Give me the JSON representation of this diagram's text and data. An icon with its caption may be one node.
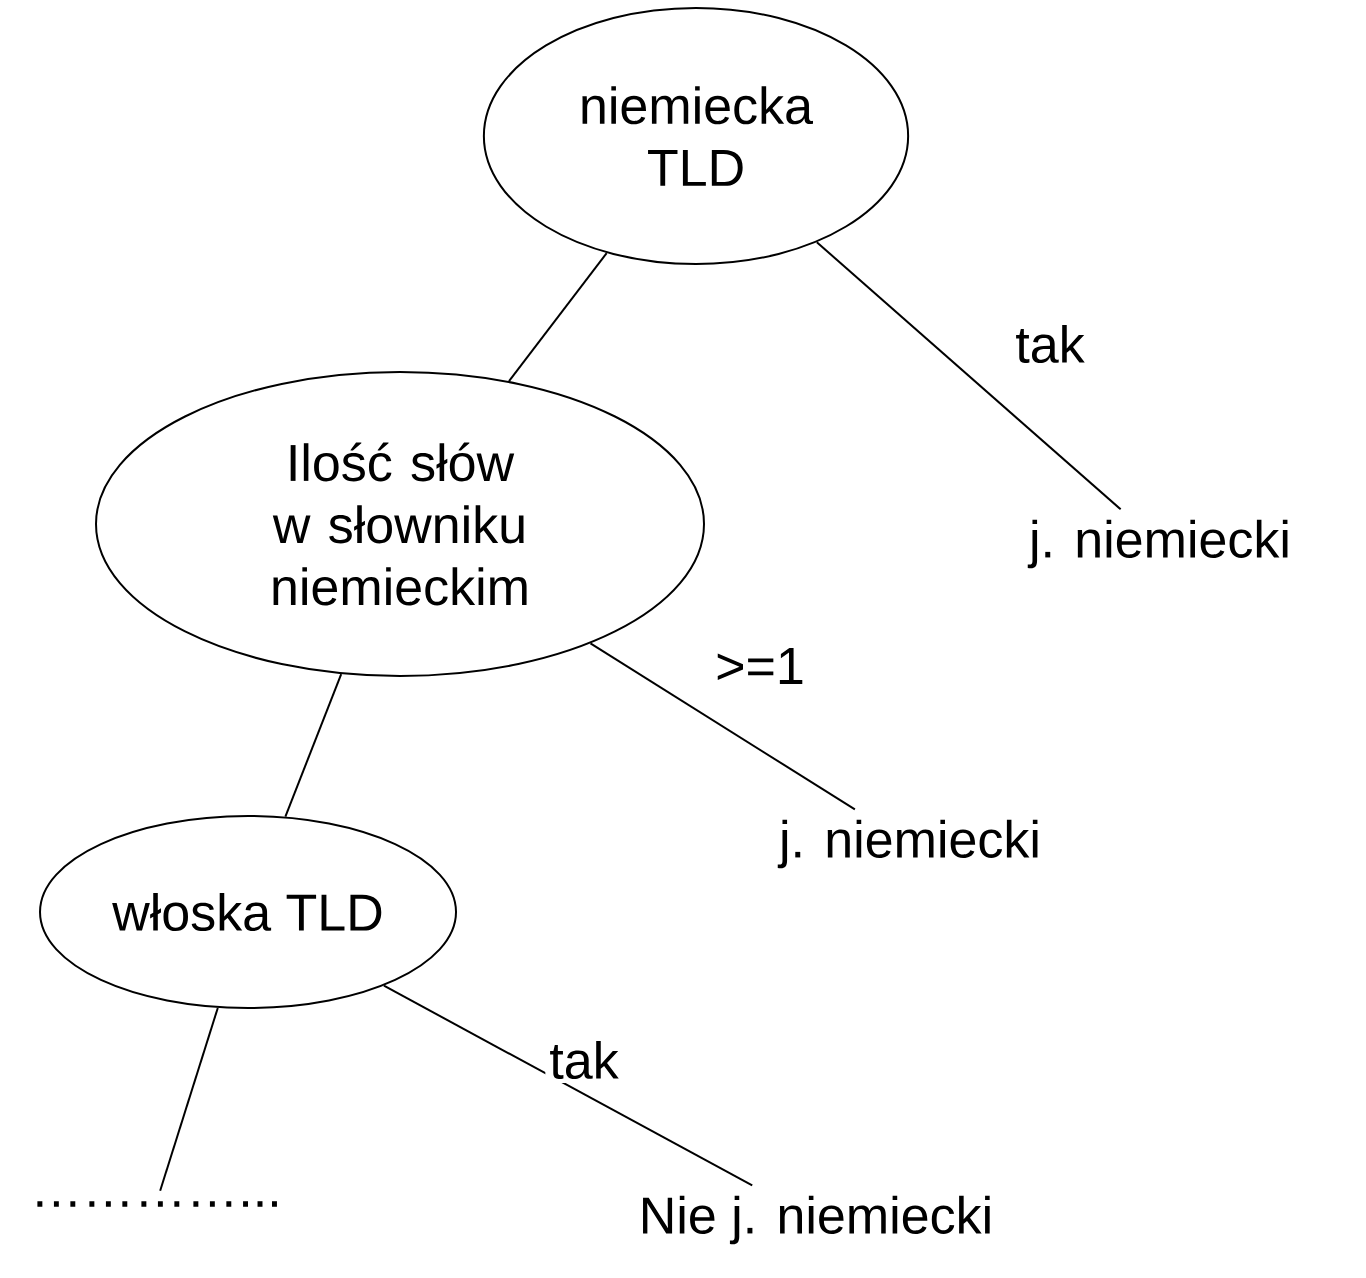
{
  "diagram": {
    "nodes": [
      {
        "text": [
          "niemiecka TLD"
        ]
      },
      {
        "text": [
          "Ilość słów w słowniku niemieckim"
        ]
      },
      {
        "text": [
          "j. niemiecki"
        ]
      },
      {
        "text": [
          "j. niemiecki"
        ]
      },
      {
        "text": [
          "włoska TLD"
        ]
      },
      {
        "text": [
          "…………..."
        ]
      },
      {
        "text": [
          "Nie j. niemiecki"
        ]
      }
    ],
    "edges": [
      {
        "from": 0,
        "to": 1,
        "arrow": "none"
      },
      {
        "from": 0,
        "to": 2,
        "arrow": "none",
        "label": "tak"
      },
      {
        "from": 1,
        "to": 4,
        "arrow": "none"
      },
      {
        "from": 1,
        "to": 3,
        "arrow": "none",
        "label": ">=1"
      },
      {
        "from": 4,
        "to": 5,
        "arrow": "none"
      },
      {
        "from": 4,
        "to": 6,
        "arrow": "none",
        "label": "tak"
      }
    ]
  }
}
